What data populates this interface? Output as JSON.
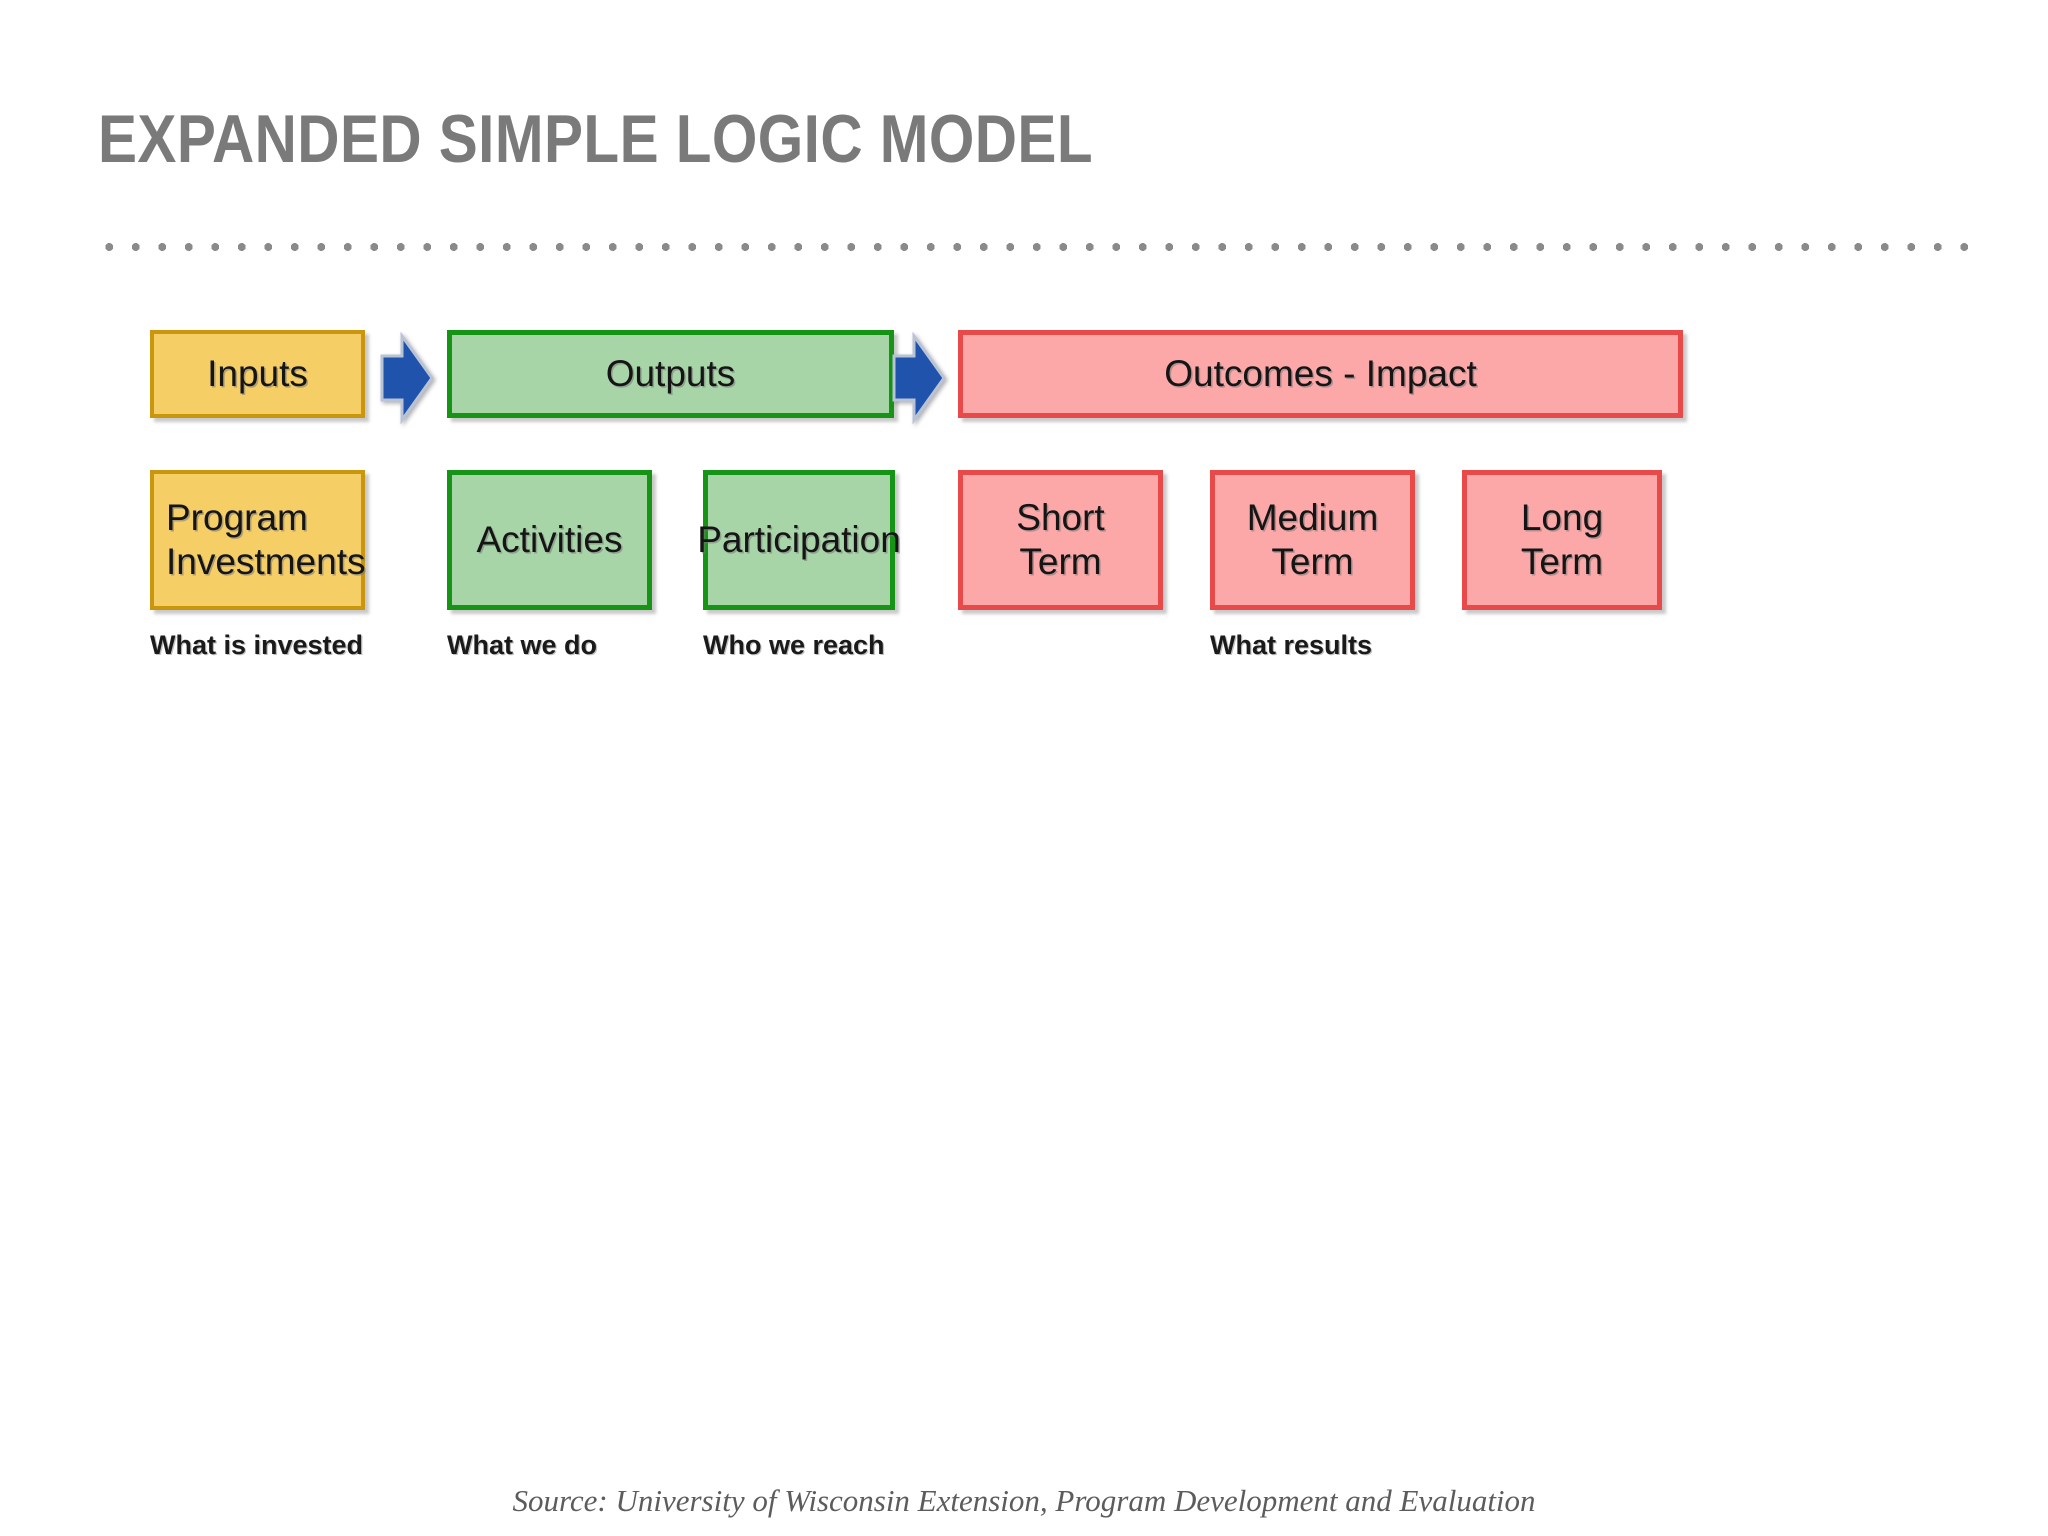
{
  "slide": {
    "title": "EXPANDED SIMPLE LOGIC MODEL",
    "source_note": "Source: University of Wisconsin Extension, Program Development and Evaluation"
  },
  "colors": {
    "title_gray": "#7a7a7a",
    "divider_gray": "#8a8a8a",
    "gold_fill": "#f5ce66",
    "gold_border": "#c9960d",
    "green_fill": "#a8d5a8",
    "green_border": "#169416",
    "pink_fill": "#fca8a8",
    "pink_border": "#e84a4a",
    "arrow_blue": "#1f53ac",
    "source_gray": "#5c5c5c"
  },
  "diagram": {
    "header_boxes": [
      {
        "id": "inputs",
        "label": "Inputs",
        "color": "gold"
      },
      {
        "id": "outputs",
        "label": "Outputs",
        "color": "green"
      },
      {
        "id": "outcomes",
        "label": "Outcomes - Impact",
        "color": "pink"
      }
    ],
    "arrows": [
      {
        "id": "arrow-1",
        "icon": "right-block-arrow-icon",
        "from": "inputs",
        "to": "outputs"
      },
      {
        "id": "arrow-2",
        "icon": "right-block-arrow-icon",
        "from": "outputs",
        "to": "outcomes"
      }
    ],
    "sub_boxes": [
      {
        "id": "program",
        "line1": "Program",
        "line2": "Investments",
        "color": "gold"
      },
      {
        "id": "activities",
        "line1": "Activities",
        "line2": "",
        "color": "green"
      },
      {
        "id": "participation",
        "line1": "Participation",
        "line2": "",
        "color": "green"
      },
      {
        "id": "short",
        "line1": "Short",
        "line2": "Term",
        "color": "pink"
      },
      {
        "id": "medium",
        "line1": "Medium",
        "line2": "Term",
        "color": "pink"
      },
      {
        "id": "long",
        "line1": "Long",
        "line2": "Term",
        "color": "pink"
      }
    ],
    "captions": [
      {
        "id": "invested",
        "text": "What is invested"
      },
      {
        "id": "wedo",
        "text": "What we do"
      },
      {
        "id": "reach",
        "text": "Who we reach"
      },
      {
        "id": "results",
        "text": "What results"
      }
    ]
  }
}
